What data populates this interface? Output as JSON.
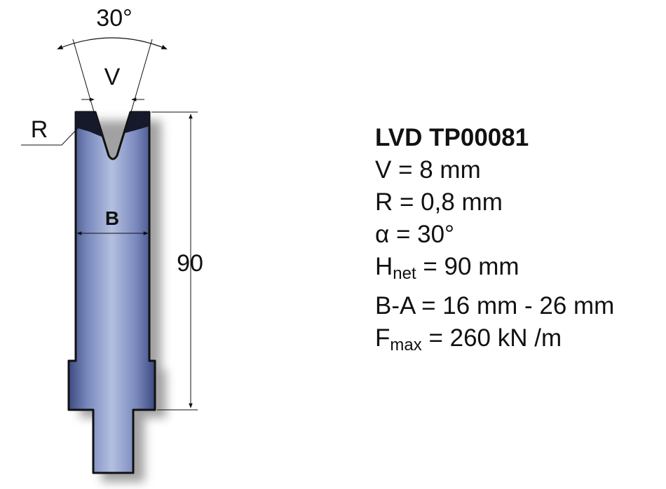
{
  "diagram": {
    "angle_label": "30°",
    "v_label": "V",
    "r_label": "R",
    "b_label": "B",
    "height_label": "90"
  },
  "specs": {
    "title": "LVD TP00081",
    "v_line": "V = 8 mm",
    "r_line": "R = 0,8 mm",
    "alpha_line": "α = 30°",
    "h_symbol": "H",
    "h_sub": "net",
    "h_value": " = 90 mm",
    "ba_line": "B-A = 16 mm - 26 mm",
    "f_symbol": "F",
    "f_sub": "max",
    "f_value": " = 260 kN /m"
  },
  "colors": {
    "body_light": "#b3c0e0",
    "body_mid": "#7a89be",
    "body_dark": "#3c4a80",
    "outline": "#111111",
    "text": "#111111"
  }
}
